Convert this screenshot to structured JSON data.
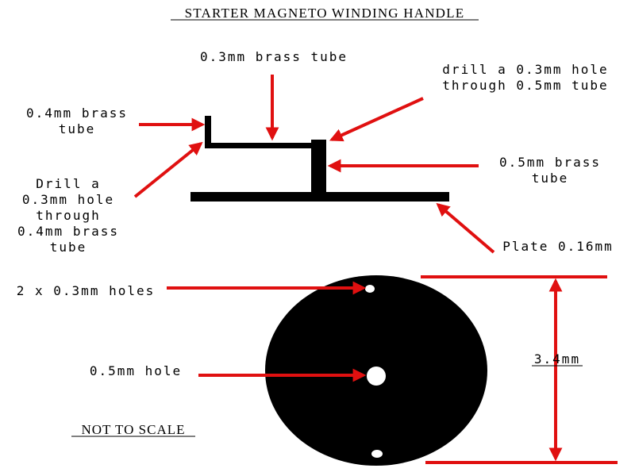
{
  "title": "STARTER MAGNETO WINDING HANDLE",
  "labels": {
    "tube_03": "0.3mm brass tube",
    "drill_05_line1": "drill a 0.3mm hole",
    "drill_05_line2": "through 0.5mm tube",
    "tube_04_line1": "0.4mm brass",
    "tube_04_line2": "tube",
    "tube_05_line1": "0.5mm brass",
    "tube_05_line2": "tube",
    "drill_04_line1": "Drill a",
    "drill_04_line2": "0.3mm hole",
    "drill_04_line3": "through",
    "drill_04_line4": "0.4mm brass",
    "drill_04_line5": "tube",
    "plate": "Plate 0.16mm",
    "holes_2x": "2 x 0.3mm holes",
    "hole_05": "0.5mm hole",
    "dimension": "3.4mm",
    "not_to_scale": "NOT TO SCALE"
  },
  "colors": {
    "arrow": "#e01010",
    "part": "#000000",
    "background": "#ffffff"
  }
}
